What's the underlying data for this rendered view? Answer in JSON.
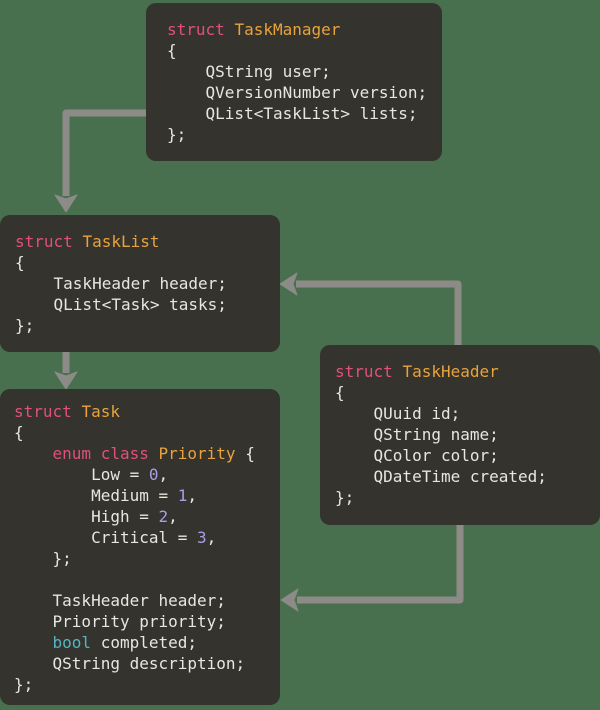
{
  "diagram": {
    "description": "Qt task-manager data model struct diagram",
    "background_color": "#48704e",
    "box_color": "#34332d",
    "arrow_color": "#8c8b87"
  },
  "colors": {
    "keyword": "#e0507e",
    "type": "#e9a33d",
    "plain": "#e8e6e2",
    "number": "#a79fe6",
    "builtin": "#55b6c2"
  },
  "boxes": [
    {
      "id": "task-manager",
      "title": "struct TaskManager",
      "lines": [
        [
          {
            "t": "struct ",
            "c": "keyword"
          },
          {
            "t": "TaskManager",
            "c": "type"
          }
        ],
        [
          {
            "t": "{",
            "c": "plain"
          }
        ],
        [
          {
            "t": "    QString user;",
            "c": "plain"
          }
        ],
        [
          {
            "t": "    QVersionNumber version;",
            "c": "plain"
          }
        ],
        [
          {
            "t": "    QList<TaskList> lists;",
            "c": "plain"
          }
        ],
        [
          {
            "t": "};",
            "c": "plain"
          }
        ]
      ]
    },
    {
      "id": "task-list",
      "title": "struct TaskList",
      "lines": [
        [
          {
            "t": "struct ",
            "c": "keyword"
          },
          {
            "t": "TaskList",
            "c": "type"
          }
        ],
        [
          {
            "t": "{",
            "c": "plain"
          }
        ],
        [
          {
            "t": "    TaskHeader header;",
            "c": "plain"
          }
        ],
        [
          {
            "t": "    QList<Task> tasks;",
            "c": "plain"
          }
        ],
        [
          {
            "t": "};",
            "c": "plain"
          }
        ]
      ]
    },
    {
      "id": "task-header",
      "title": "struct TaskHeader",
      "lines": [
        [
          {
            "t": "struct ",
            "c": "keyword"
          },
          {
            "t": "TaskHeader",
            "c": "type"
          }
        ],
        [
          {
            "t": "{",
            "c": "plain"
          }
        ],
        [
          {
            "t": "    QUuid id;",
            "c": "plain"
          }
        ],
        [
          {
            "t": "    QString name;",
            "c": "plain"
          }
        ],
        [
          {
            "t": "    QColor color;",
            "c": "plain"
          }
        ],
        [
          {
            "t": "    QDateTime created;",
            "c": "plain"
          }
        ],
        [
          {
            "t": "};",
            "c": "plain"
          }
        ]
      ]
    },
    {
      "id": "task",
      "title": "struct Task",
      "lines": [
        [
          {
            "t": "struct ",
            "c": "keyword"
          },
          {
            "t": "Task",
            "c": "type"
          }
        ],
        [
          {
            "t": "{",
            "c": "plain"
          }
        ],
        [
          {
            "t": "    ",
            "c": "plain"
          },
          {
            "t": "enum class",
            "c": "keyword"
          },
          {
            "t": " ",
            "c": "plain"
          },
          {
            "t": "Priority",
            "c": "type"
          },
          {
            "t": " {",
            "c": "plain"
          }
        ],
        [
          {
            "t": "        Low = ",
            "c": "plain"
          },
          {
            "t": "0",
            "c": "number"
          },
          {
            "t": ",",
            "c": "plain"
          }
        ],
        [
          {
            "t": "        Medium = ",
            "c": "plain"
          },
          {
            "t": "1",
            "c": "number"
          },
          {
            "t": ",",
            "c": "plain"
          }
        ],
        [
          {
            "t": "        High = ",
            "c": "plain"
          },
          {
            "t": "2",
            "c": "number"
          },
          {
            "t": ",",
            "c": "plain"
          }
        ],
        [
          {
            "t": "        Critical = ",
            "c": "plain"
          },
          {
            "t": "3",
            "c": "number"
          },
          {
            "t": ",",
            "c": "plain"
          }
        ],
        [
          {
            "t": "    };",
            "c": "plain"
          }
        ],
        [],
        [
          {
            "t": "    TaskHeader header;",
            "c": "plain"
          }
        ],
        [
          {
            "t": "    Priority priority;",
            "c": "plain"
          }
        ],
        [
          {
            "t": "    ",
            "c": "plain"
          },
          {
            "t": "bool",
            "c": "builtin"
          },
          {
            "t": " completed;",
            "c": "plain"
          }
        ],
        [
          {
            "t": "    QString description;",
            "c": "plain"
          }
        ],
        [
          {
            "t": "};",
            "c": "plain"
          }
        ]
      ]
    }
  ],
  "arrows": [
    {
      "id": "taskmanager-to-tasklist",
      "from": "TaskManager",
      "to": "TaskList"
    },
    {
      "id": "taskheader-to-tasklist",
      "from": "TaskHeader",
      "to": "TaskList"
    },
    {
      "id": "tasklist-to-task",
      "from": "TaskList",
      "to": "Task"
    },
    {
      "id": "taskheader-to-task",
      "from": "TaskHeader",
      "to": "Task"
    }
  ]
}
